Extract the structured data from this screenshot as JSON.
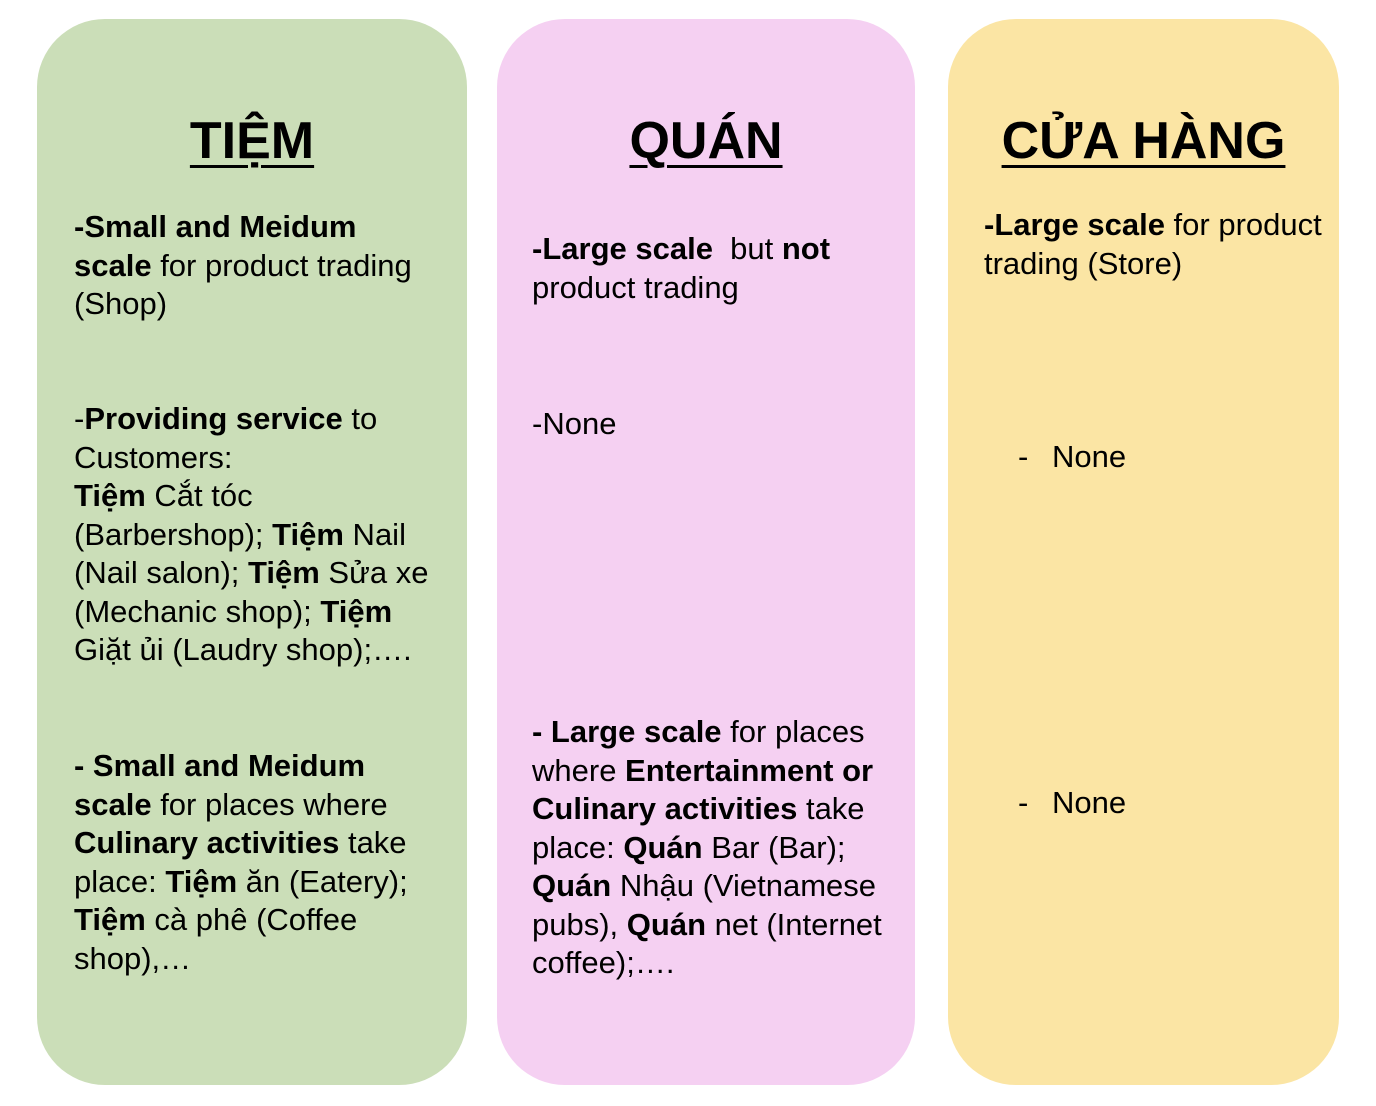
{
  "colors": {
    "tiem_bg": "#cbdeb8",
    "quan_bg": "#f5d0f2",
    "cua_hang_bg": "#fbe5a4"
  },
  "columns": {
    "tiem": {
      "title": "TIỆM",
      "block1": {
        "bold": "-Small and Meidum scale",
        "rest": " for product trading (Shop)"
      },
      "block2": {
        "lead": "-",
        "bold": "Providing service",
        "rest": " to Customers:",
        "items": [
          {
            "bold": "Tiệm",
            "text": " Cắt tóc (Barbershop); "
          },
          {
            "bold": "Tiệm",
            "text": " Nail (Nail salon); "
          },
          {
            "bold": "Tiệm",
            "text": " Sửa xe (Mechanic shop); "
          },
          {
            "bold": "Tiệm",
            "text": " Giặt ủi (Laudry shop);…."
          }
        ]
      },
      "block3": {
        "bold1": "- Small and Meidum scale",
        "text1": " for places where ",
        "bold2": "Culinary activities",
        "text2": " take place: ",
        "items": [
          {
            "bold": "Tiệm",
            "text": " ăn (Eatery); "
          },
          {
            "bold": "Tiệm",
            "text": " cà phê (Coffee shop),…"
          }
        ]
      }
    },
    "quan": {
      "title": "QUÁN",
      "block1": {
        "bold1": "-Large scale",
        "text1": "  but ",
        "bold2": "not",
        "text2": " product trading"
      },
      "block2": {
        "text": "-None"
      },
      "block3": {
        "bold1": "- Large scale",
        "text1": " for places where ",
        "bold2": "Entertainment or Culinary activities",
        "text2": " take place: ",
        "items": [
          {
            "bold": "Quán",
            "text": " Bar (Bar); "
          },
          {
            "bold": "Quán",
            "text": " Nhậu (Vietnamese pubs), "
          },
          {
            "bold": "Quán",
            "text": " net (Internet coffee);…."
          }
        ]
      }
    },
    "cua_hang": {
      "title": "CỬA HÀNG",
      "block1": {
        "bold": "-Large scale",
        "rest": " for product trading (Store)"
      },
      "block2": {
        "dash": "-",
        "text": "None"
      },
      "block3": {
        "dash": "-",
        "text": "None"
      }
    }
  }
}
